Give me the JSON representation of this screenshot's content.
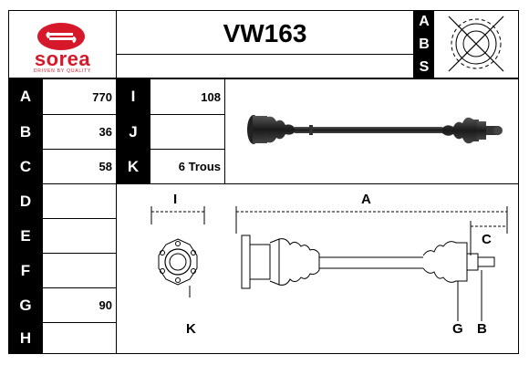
{
  "header": {
    "logo_text": "sorea",
    "logo_tagline": "DRIVEN BY QUALITY",
    "part_number": "VW163",
    "abs_letters": [
      "A",
      "B",
      "S"
    ]
  },
  "specs_left": [
    {
      "label": "A",
      "value": "770"
    },
    {
      "label": "B",
      "value": "36"
    },
    {
      "label": "C",
      "value": "58"
    },
    {
      "label": "D",
      "value": ""
    },
    {
      "label": "E",
      "value": ""
    },
    {
      "label": "F",
      "value": ""
    },
    {
      "label": "G",
      "value": "90"
    },
    {
      "label": "H",
      "value": ""
    }
  ],
  "specs_right": [
    {
      "label": "I",
      "value": "108"
    },
    {
      "label": "J",
      "value": ""
    },
    {
      "label": "K",
      "value": "6 Trous"
    }
  ],
  "diagram_labels": {
    "I": "I",
    "A": "A",
    "C": "C",
    "K": "K",
    "G": "G",
    "B": "B"
  },
  "colors": {
    "brand_red": "#d6192a",
    "ink": "#000000"
  }
}
